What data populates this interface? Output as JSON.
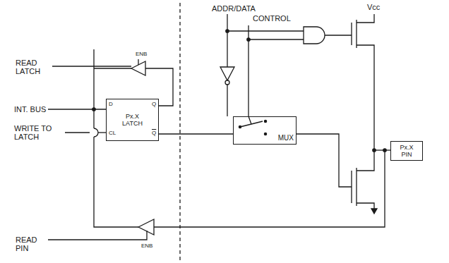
{
  "diagram": {
    "nodes": [
      {
        "text": [
          "Px.X LATCH"
        ]
      },
      {
        "text": [
          "MUX"
        ]
      },
      {
        "text": [
          "Px.X PIN"
        ]
      }
    ],
    "edges": [
      {
        "from": 0,
        "to": 1,
        "arrow": "none"
      }
    ],
    "labels": [
      "READ LATCH",
      "INT. BUS",
      "WRITE TO LATCH",
      "READ PIN",
      "ADDR/DATA",
      "CONTROL",
      "Vcc",
      "ENB",
      "ENB",
      "D",
      "Q",
      "CL",
      "Q"
    ]
  }
}
